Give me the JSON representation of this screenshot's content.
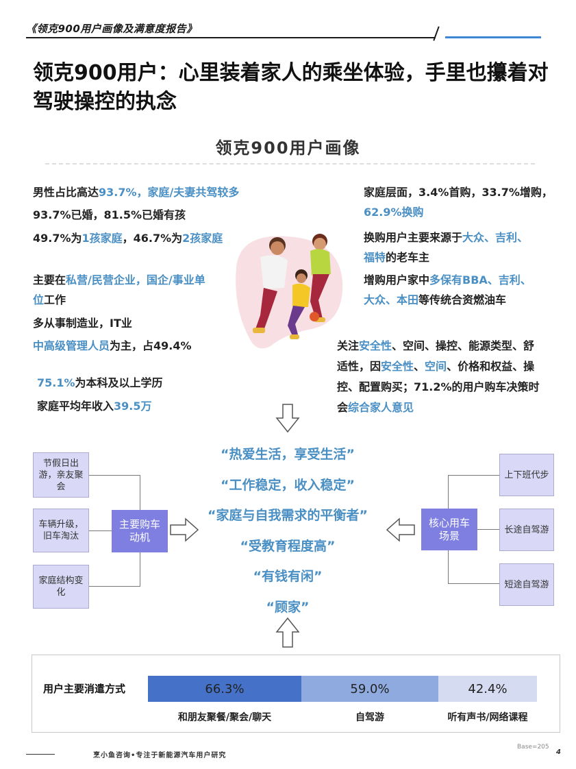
{
  "header": {
    "report_title": "《领克900用户画像及满意度报告》"
  },
  "main_title": "领克900用户：心里装着家人的乘坐体验，手里也攥着对驾驶操控的执念",
  "section_title": "领克900用户画像",
  "left": {
    "line1": {
      "a": "男性占比高达",
      "b": "93.7%，家庭/夫妻共驾较多"
    },
    "line2": "93.7%已婚，81.5%已婚有孩",
    "line3": {
      "a": "49.7%为",
      "b": "1孩家庭",
      "c": "，46.7%为",
      "d": "2孩家庭"
    },
    "line4": {
      "a": "主要在",
      "b": "私营/民营企业，国企/事业单",
      "c": "位",
      "d": "工作"
    },
    "line5": "多从事制造业，IT业",
    "line6": {
      "a": "中高级管理人员",
      "b": "为主，占49.4%"
    },
    "line7": {
      "a": "75.1%",
      "b": "为本科及以上学历"
    },
    "line8": {
      "a": "家庭平均年收入",
      "b": "39.5万"
    }
  },
  "right": {
    "line1": "家庭层面，3.4%首购，33.7%增购，",
    "line2": "62.9%换购",
    "line3": {
      "a": "换购用户主要来源于",
      "b": "大众、吉利、"
    },
    "line4": {
      "a": "福特",
      "b": "的老车主"
    },
    "line5": {
      "a": "增购用户家中",
      "b": "多保有BBA、吉利、"
    },
    "line6": {
      "a": "大众、本田",
      "b": "等传统合资燃油车"
    },
    "line7": {
      "a": "关注",
      "b": "安全性",
      "c": "、空间、操控、能源类型、舒"
    },
    "line8": {
      "a": "适性，因",
      "b": "安全性",
      "c": "、",
      "d": "空间",
      "e": "、价格和权益、操"
    },
    "line9": "控、配置购买；71.2%的用户购车决策时",
    "line10": {
      "a": "会",
      "b": "综合家人意见"
    }
  },
  "quotes": [
    "“热爱生活，享受生活”",
    "“工作稳定，收入稳定”",
    "“家庭与自我需求的平衡者”",
    "“受教育程度高”",
    "“有钱有闲”",
    "“顾家”"
  ],
  "left_boxes": [
    "节假日出游，亲友聚会",
    "车辆升级，旧车淘汰",
    "家庭结构变化"
  ],
  "left_center": "主要购车动机",
  "right_boxes": [
    "上下班代步",
    "长途自驾游",
    "短途自驾游"
  ],
  "right_center": "核心用车场景",
  "consumption": {
    "label": "用户主要消遣方式",
    "items": [
      {
        "value": "66.3%",
        "caption": "和朋友聚餐/聚会/聊天",
        "color": "#4572c8"
      },
      {
        "value": "59.0%",
        "caption": "自驾游",
        "color": "#8eaadf"
      },
      {
        "value": "42.4%",
        "caption": "听有声书/网络课程",
        "color": "#d5dcf1"
      }
    ]
  },
  "footer": {
    "text": "烹小鱼咨询•专注于新能源汽车用户研究",
    "base": "Base=205",
    "page": "4"
  },
  "colors": {
    "accent": "#4a8fc4",
    "purple": "#7e7fe0",
    "lavender": "#d9d8f7"
  }
}
